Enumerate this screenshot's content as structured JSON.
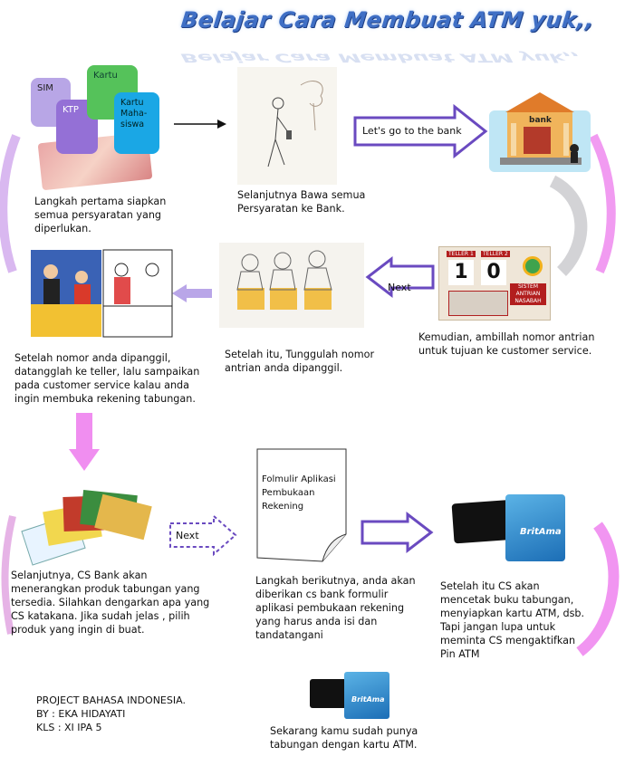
{
  "title": "Belajar Cara Membuat ATM yuk,,",
  "colors": {
    "title": "#3f6fc5",
    "arrow_purple": "#6a4ac0",
    "arrow_pink": "#ee82ee",
    "arrow_light": "#b9a6e8"
  },
  "documents": {
    "sim": "SIM",
    "ktp": "KTP",
    "kartu": "Kartu",
    "kartu_mhs": "Kartu\nMaha-\nsiswa"
  },
  "steps": {
    "s1": "Langkah pertama  siapkan semua persyaratan yang diperlukan.",
    "s2": "Selanjutnya Bawa semua Persyaratan ke Bank.",
    "s3": "Kemudian, ambillah  nomor antrian untuk tujuan ke customer service.",
    "s4": "Setelah itu, Tunggulah nomor antrian anda dipanggil.",
    "s5": "Setelah nomor anda dipanggil, datangglah ke teller, lalu sampaikan pada customer service kalau anda ingin membuka rekening tabungan.",
    "s6": "Selanjutnya, CS Bank akan menerangkan produk tabungan yang tersedia. Silahkan dengarkan apa yang CS katakana. Jika sudah jelas , pilih produk yang ingin di buat.",
    "s7": "Langkah berikutnya, anda akan diberikan cs bank formulir aplikasi pembukaan rekening yang harus anda isi dan tandatangani",
    "s8": "Setelah itu CS akan mencetak buku tabungan, menyiapkan kartu ATM, dsb. Tapi jangan lupa untuk meminta CS mengaktifkan  Pin ATM",
    "s9": "Sekarang kamu sudah punya tabungan dengan kartu ATM."
  },
  "arrows": {
    "go_bank": "Let's go to the bank",
    "next1": "Next",
    "next2": "Next"
  },
  "bank_sign": "bank",
  "queue": {
    "teller1": "TELLER 1",
    "teller2": "TELLER 2",
    "n1": "1",
    "n2": "0",
    "sign": "SISTEM ANTRIAN NASABAH"
  },
  "form_title": "Folmulir Aplikasi Pembukaan Rekening",
  "atm_card": {
    "brand": "BritAma"
  },
  "footer": {
    "line1": "PROJECT  BAHASA INDONESIA.",
    "line2": "BY   : EKA HIDAYATI",
    "line3": "KLS : XI IPA 5"
  }
}
